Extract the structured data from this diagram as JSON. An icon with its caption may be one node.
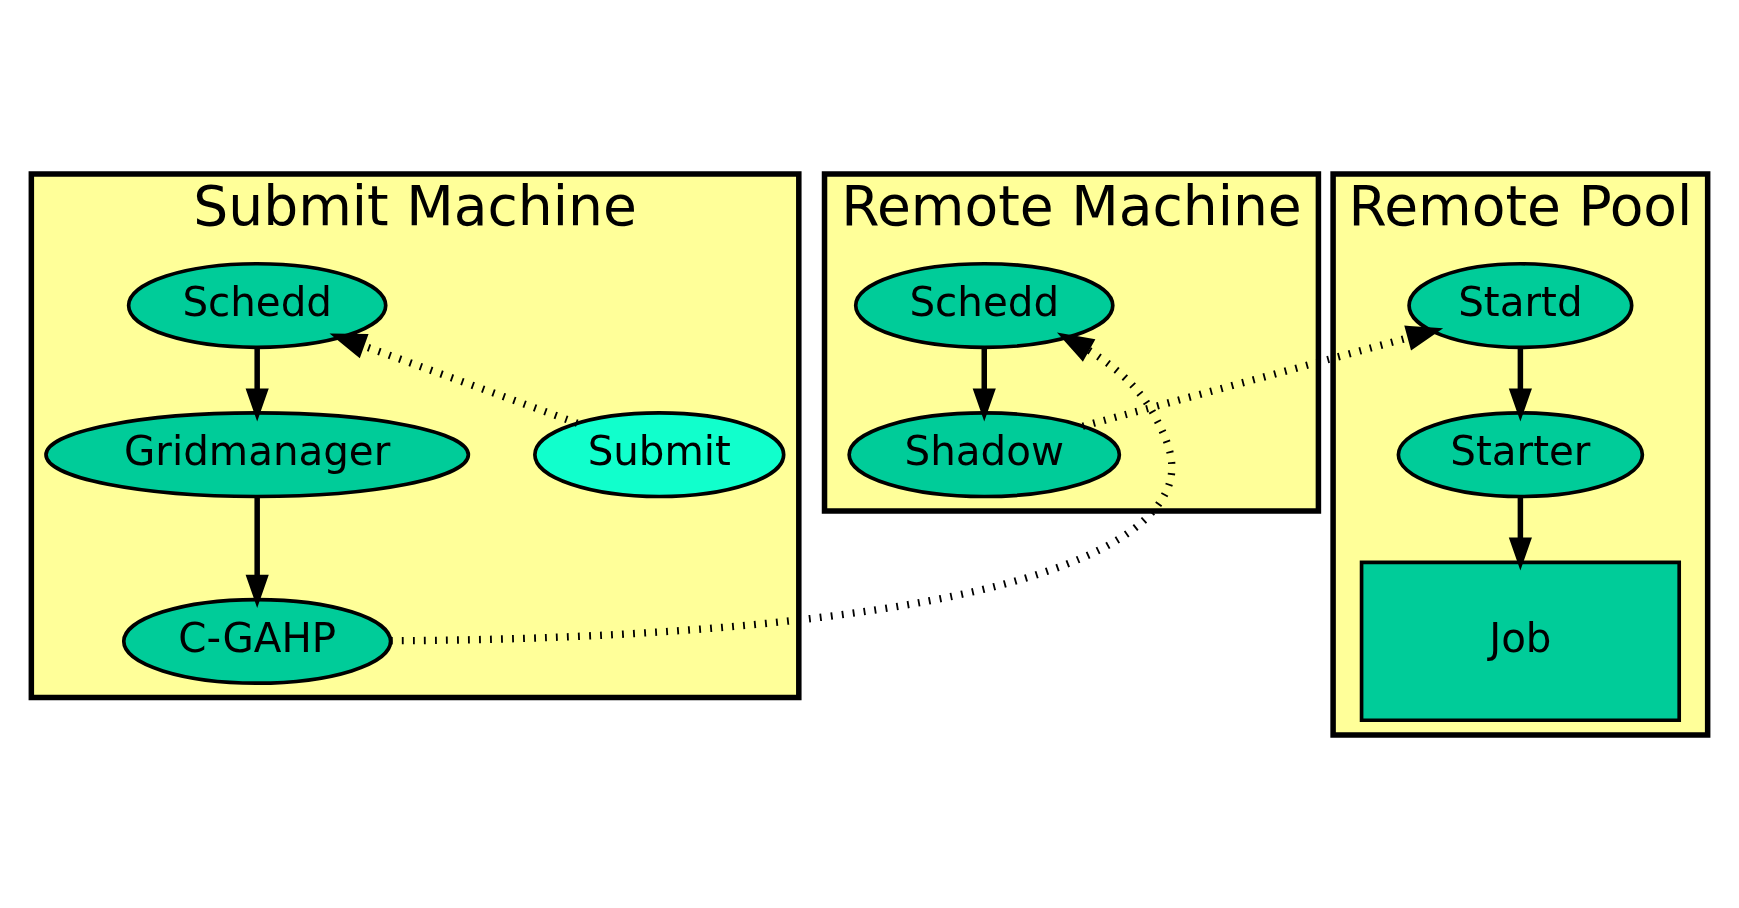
{
  "diagram": {
    "nodes": [
      {
        "text": [
          "Submit Machine"
        ]
      },
      {
        "text": [
          "Schedd"
        ],
        "in": 0
      },
      {
        "text": [
          "Submit"
        ],
        "in": 0
      },
      {
        "text": [
          "Gridmanager"
        ],
        "in": 0
      },
      {
        "text": [
          "C-GAHP"
        ],
        "in": 0
      },
      {
        "text": [
          "Remote Machine"
        ]
      },
      {
        "text": [
          "Schedd"
        ],
        "in": 5
      },
      {
        "text": [
          "Shadow"
        ],
        "in": 5
      },
      {
        "text": [
          "Remote Pool"
        ]
      },
      {
        "text": [
          "Startd"
        ],
        "in": 8
      },
      {
        "text": [
          "Starter"
        ],
        "in": 8
      },
      {
        "text": [
          "Job"
        ],
        "in": 8
      }
    ],
    "edges": [
      {
        "from": 2,
        "to": 1,
        "arrow": "to",
        "style": "dashed"
      },
      {
        "from": 1,
        "to": 3,
        "arrow": "to"
      },
      {
        "from": 3,
        "to": 4,
        "arrow": "to"
      },
      {
        "from": 4,
        "to": 6,
        "arrow": "to",
        "style": "dashed"
      },
      {
        "from": 6,
        "to": 7,
        "arrow": "to"
      },
      {
        "from": 7,
        "to": 9,
        "arrow": "to",
        "style": "dashed"
      },
      {
        "from": 9,
        "to": 10,
        "arrow": "to"
      },
      {
        "from": 10,
        "to": 11,
        "arrow": "to"
      }
    ]
  }
}
